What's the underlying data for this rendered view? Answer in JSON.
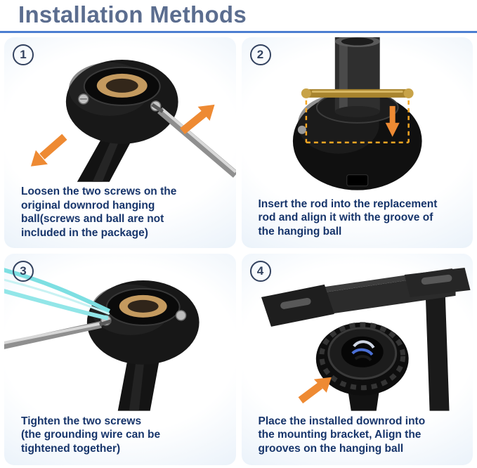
{
  "title": "Installation Methods",
  "colors": {
    "title_text": "#5b6d8f",
    "underline_blue": "#4c7ed1",
    "caption_text": "#17356b",
    "arrow_orange": "#ee8a33",
    "alignment_dash_orange": "#f5a623",
    "grounding_wire_teal": "#7ddfe2",
    "brass_pin_gold": "#b28d3c",
    "panel_tint_blue": "#cfe1f2"
  },
  "steps": [
    {
      "number": "1",
      "caption": "Loosen the two screws on the\noriginal downrod hanging\nball(screws and ball are not\nincluded in the package)"
    },
    {
      "number": "2",
      "caption": "Insert the rod into the replacement\nrod and align it with the groove of\nthe hanging ball"
    },
    {
      "number": "3",
      "caption": "Tighten the two screws\n(the grounding wire can be\ntightened together)"
    },
    {
      "number": "4",
      "caption": "Place the installed downrod into\nthe mounting bracket, Align the\ngrooves on the hanging ball"
    }
  ]
}
